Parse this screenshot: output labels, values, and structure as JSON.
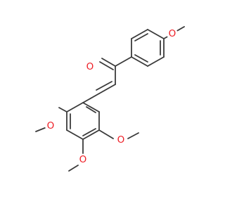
{
  "molecule": {
    "atom_labels": {
      "carbonyl_oxygen": "O",
      "methoxy_top_right": "O",
      "methoxy_left": "O",
      "methoxy_right": "O",
      "methoxy_bottom": "O"
    },
    "colors": {
      "bond": "#3a3a3a",
      "oxygen": "#ee1c24",
      "background": "#ffffff"
    }
  }
}
